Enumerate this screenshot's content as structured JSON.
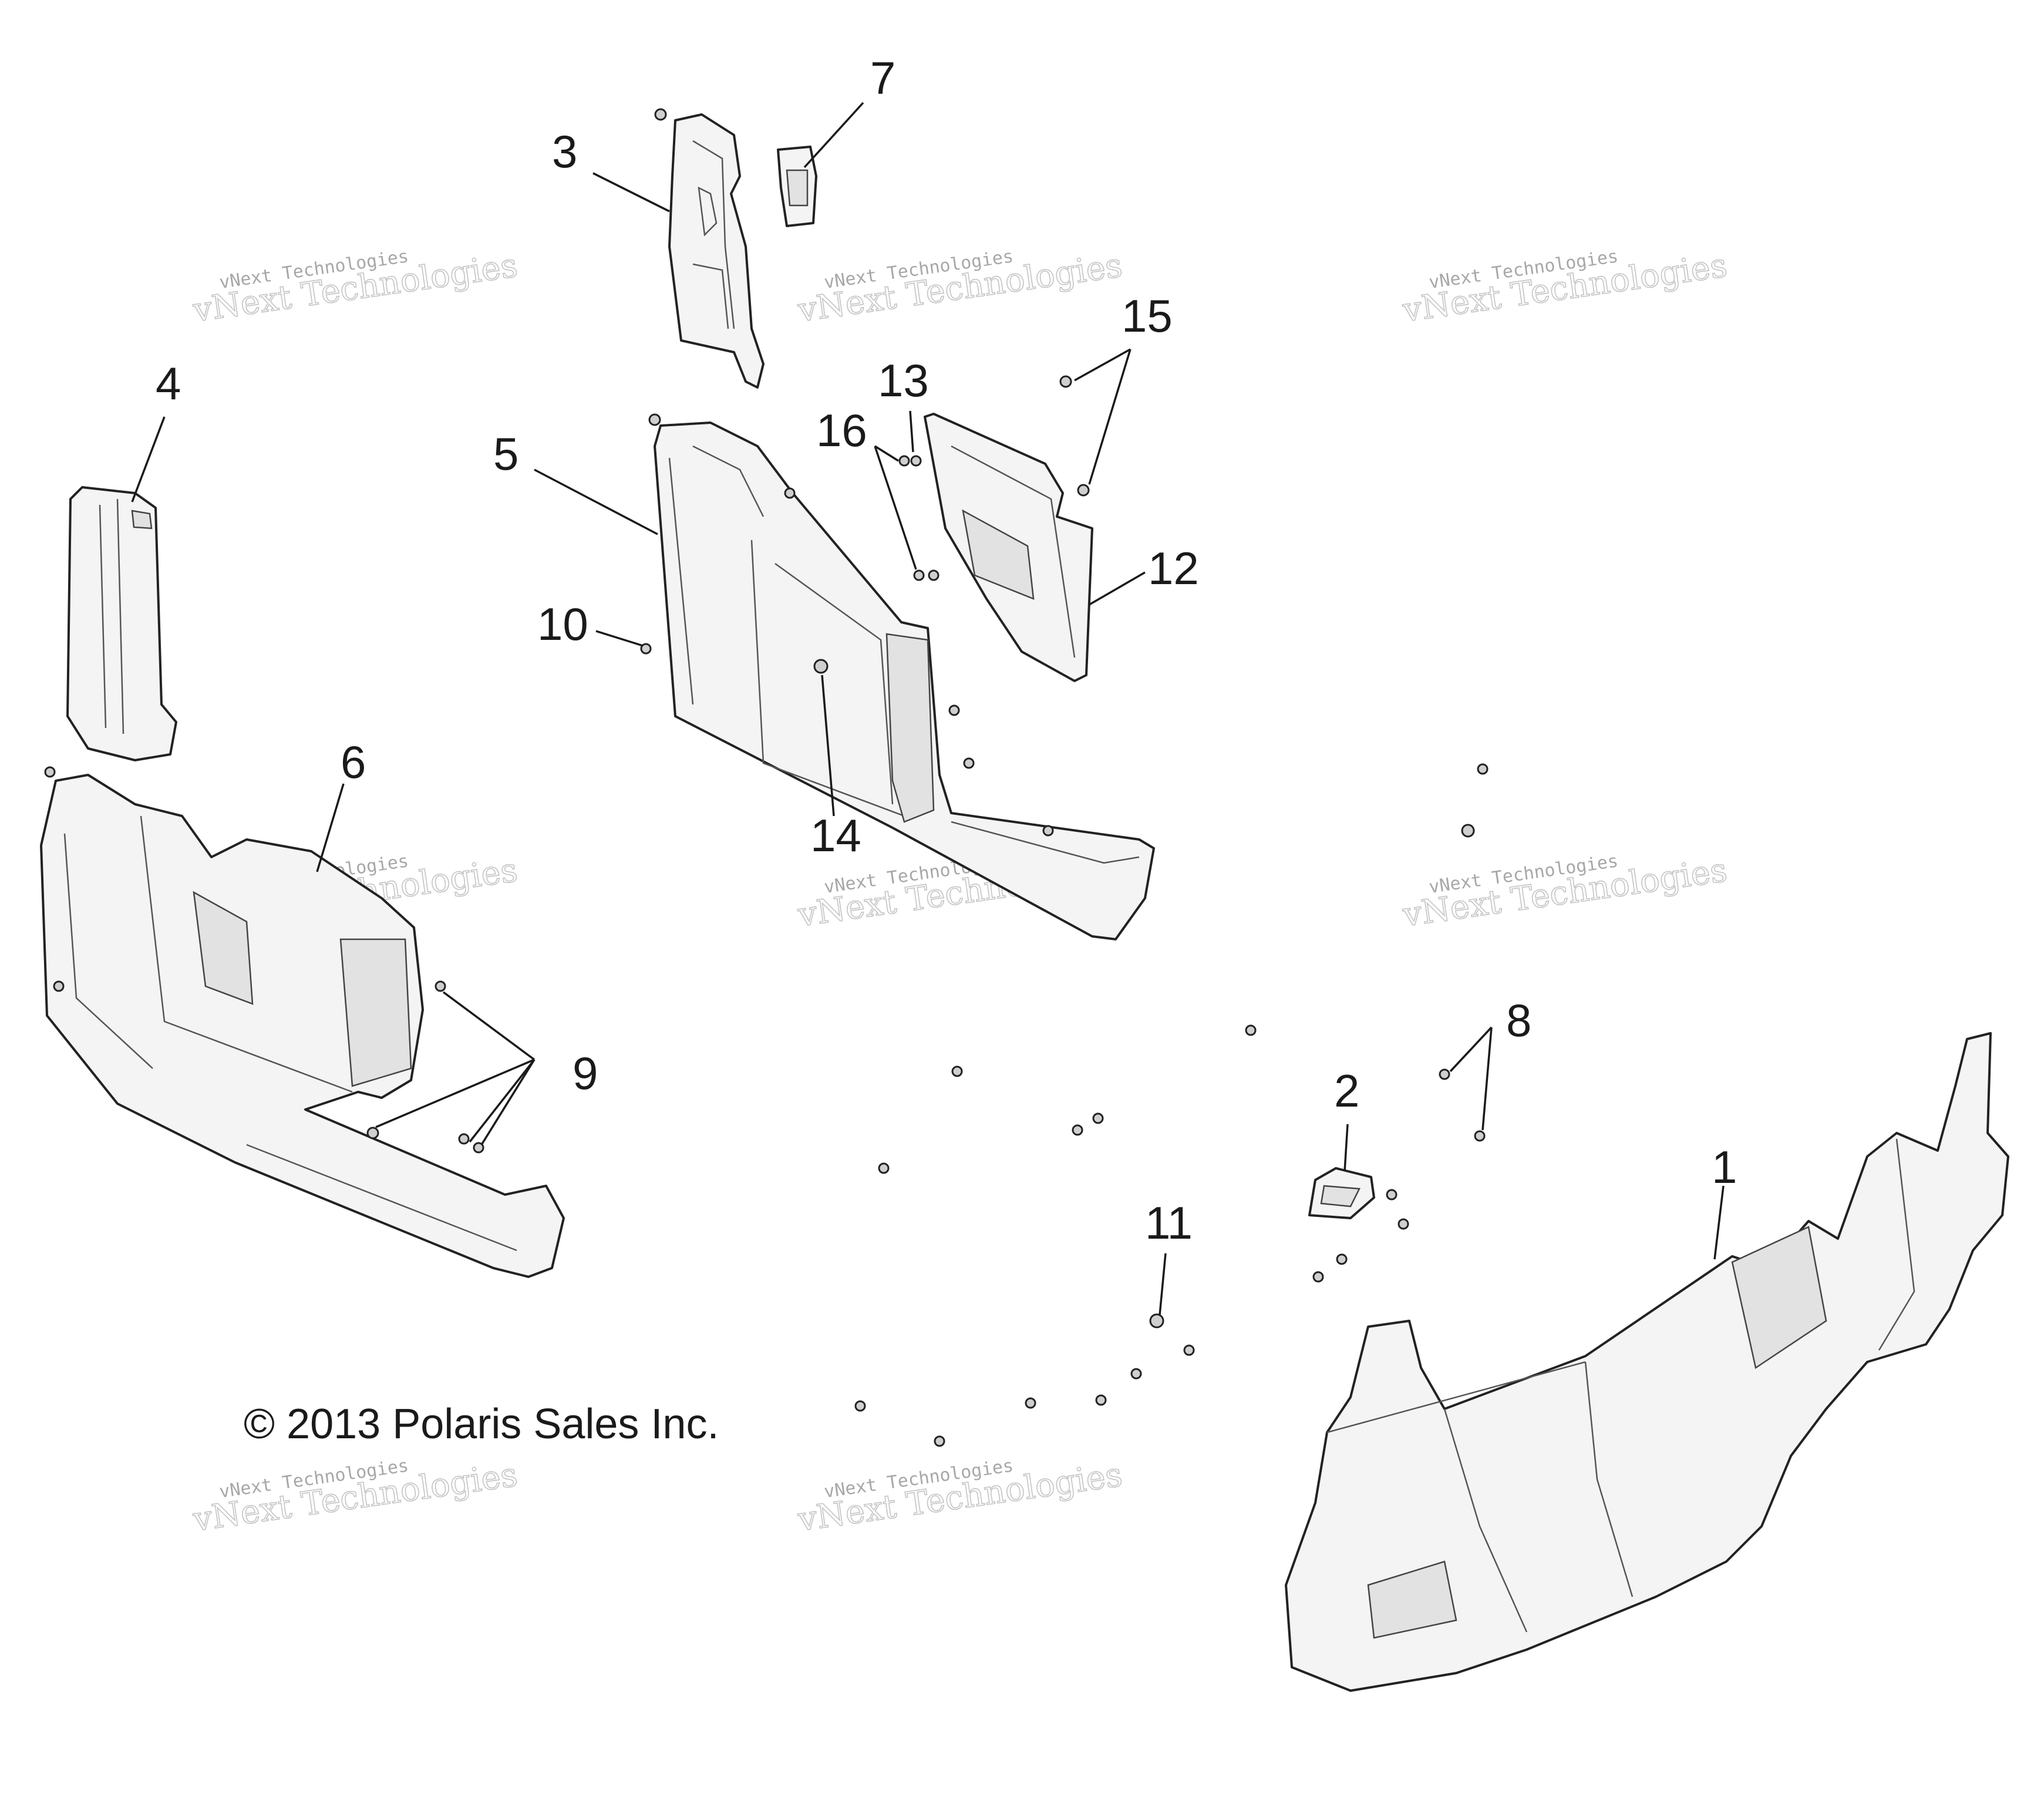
{
  "copyright": "© 2013 Polaris Sales Inc.",
  "watermark": {
    "line1": "vNext Technologies",
    "line2": "vNext Technologies"
  },
  "callouts": [
    {
      "id": "1",
      "label": "1"
    },
    {
      "id": "2",
      "label": "2"
    },
    {
      "id": "3",
      "label": "3"
    },
    {
      "id": "4",
      "label": "4"
    },
    {
      "id": "5",
      "label": "5"
    },
    {
      "id": "6",
      "label": "6"
    },
    {
      "id": "7",
      "label": "7"
    },
    {
      "id": "8",
      "label": "8"
    },
    {
      "id": "9",
      "label": "9"
    },
    {
      "id": "10",
      "label": "10"
    },
    {
      "id": "11",
      "label": "11"
    },
    {
      "id": "12",
      "label": "12"
    },
    {
      "id": "13",
      "label": "13"
    },
    {
      "id": "14",
      "label": "14"
    },
    {
      "id": "15",
      "label": "15"
    },
    {
      "id": "16",
      "label": "16"
    }
  ]
}
